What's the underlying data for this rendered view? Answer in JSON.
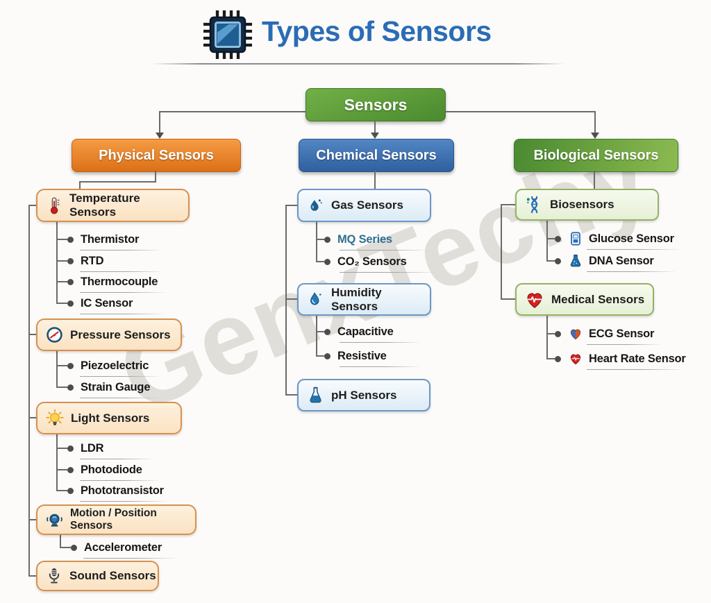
{
  "header": {
    "title": "Types of Sensors",
    "icon": "chip-icon"
  },
  "watermark": {
    "text": "GenxTechy"
  },
  "colors": {
    "title_blue": "#2b6cb6",
    "physical_orange": "#e07a24",
    "chemical_blue": "#3a6aa6",
    "biological_green": "#5a9138",
    "root_green": "#4a8a2e",
    "link_item_teal": "#2d6f91",
    "connector_gray": "#6a6a6a"
  },
  "tree": {
    "root": {
      "label": "Sensors"
    },
    "branches": [
      {
        "label": "Physical Sensors",
        "groups": [
          {
            "label": "Temperature Sensors",
            "icon": "thermometer-icon",
            "items": [
              {
                "label": "Thermistor"
              },
              {
                "label": "RTD"
              },
              {
                "label": "Thermocouple"
              },
              {
                "label": "IC Sensor"
              }
            ]
          },
          {
            "label": "Pressure Sensors",
            "icon": "pressure-gauge-icon",
            "items": [
              {
                "label": "Piezoelectric"
              },
              {
                "label": "Strain Gauge"
              }
            ]
          },
          {
            "label": "Light Sensors",
            "icon": "light-bulb-icon",
            "items": [
              {
                "label": "LDR"
              },
              {
                "label": "Photodiode"
              },
              {
                "label": "Phototransistor"
              }
            ]
          },
          {
            "label": "Motion / Position Sensors",
            "icon": "motion-camera-icon",
            "items": [
              {
                "label": "Accelerometer"
              }
            ]
          },
          {
            "label": "Sound Sensors",
            "icon": "microphone-icon",
            "items": []
          }
        ]
      },
      {
        "label": "Chemical Sensors",
        "groups": [
          {
            "label": "Gas Sensors",
            "icon": "gas-drop-icon",
            "items": [
              {
                "label": "MQ Series"
              },
              {
                "label": "CO₂ Sensors"
              }
            ]
          },
          {
            "label": "Humidity Sensors",
            "icon": "humidity-drop-icon",
            "items": [
              {
                "label": "Capacitive"
              },
              {
                "label": "Resistive"
              }
            ]
          },
          {
            "label": "pH Sensors",
            "icon": "ph-flask-icon",
            "items": []
          }
        ]
      },
      {
        "label": "Biological Sensors",
        "groups": [
          {
            "label": "Biosensors",
            "icon": "dna-icon",
            "items": [
              {
                "label": "Glucose Sensor",
                "icon": "glucose-meter-icon"
              },
              {
                "label": "DNA Sensor",
                "icon": "dna-flask-icon"
              }
            ]
          },
          {
            "label": "Medical Sensors",
            "icon": "heart-ecg-icon",
            "items": [
              {
                "label": "ECG Sensor",
                "icon": "ecg-heart-icon"
              },
              {
                "label": "Heart Rate Sensor",
                "icon": "heart-rate-icon"
              }
            ]
          }
        ]
      }
    ]
  }
}
